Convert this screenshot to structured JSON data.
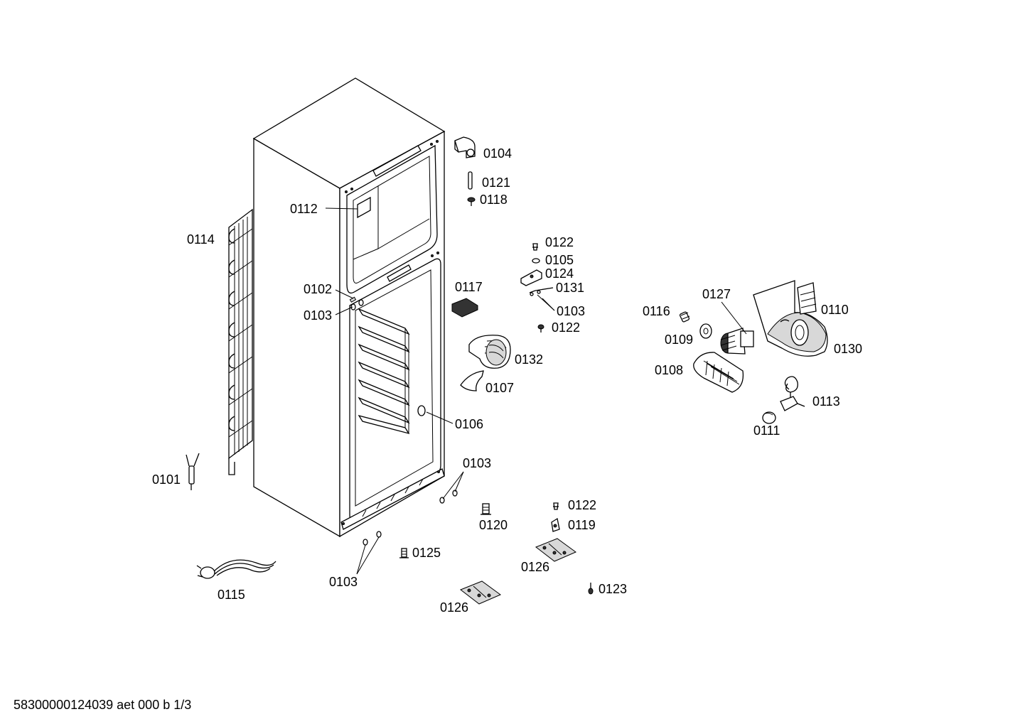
{
  "labels": {
    "p0101": "0101",
    "p0102": "0102",
    "p0103": "0103",
    "p0104": "0104",
    "p0105": "0105",
    "p0106": "0106",
    "p0107": "0107",
    "p0108": "0108",
    "p0109": "0109",
    "p0110": "0110",
    "p0111": "0111",
    "p0112": "0112",
    "p0113": "0113",
    "p0114": "0114",
    "p0115": "0115",
    "p0116": "0116",
    "p0117": "0117",
    "p0118": "0118",
    "p0119": "0119",
    "p0120": "0120",
    "p0121": "0121",
    "p0122": "0122",
    "p0123": "0123",
    "p0124": "0124",
    "p0125": "0125",
    "p0126": "0126",
    "p0127": "0127",
    "p0130": "0130",
    "p0131": "0131",
    "p0132": "0132"
  },
  "footer": {
    "doc_id": "58300000124039 aet 000 b 1/3"
  }
}
